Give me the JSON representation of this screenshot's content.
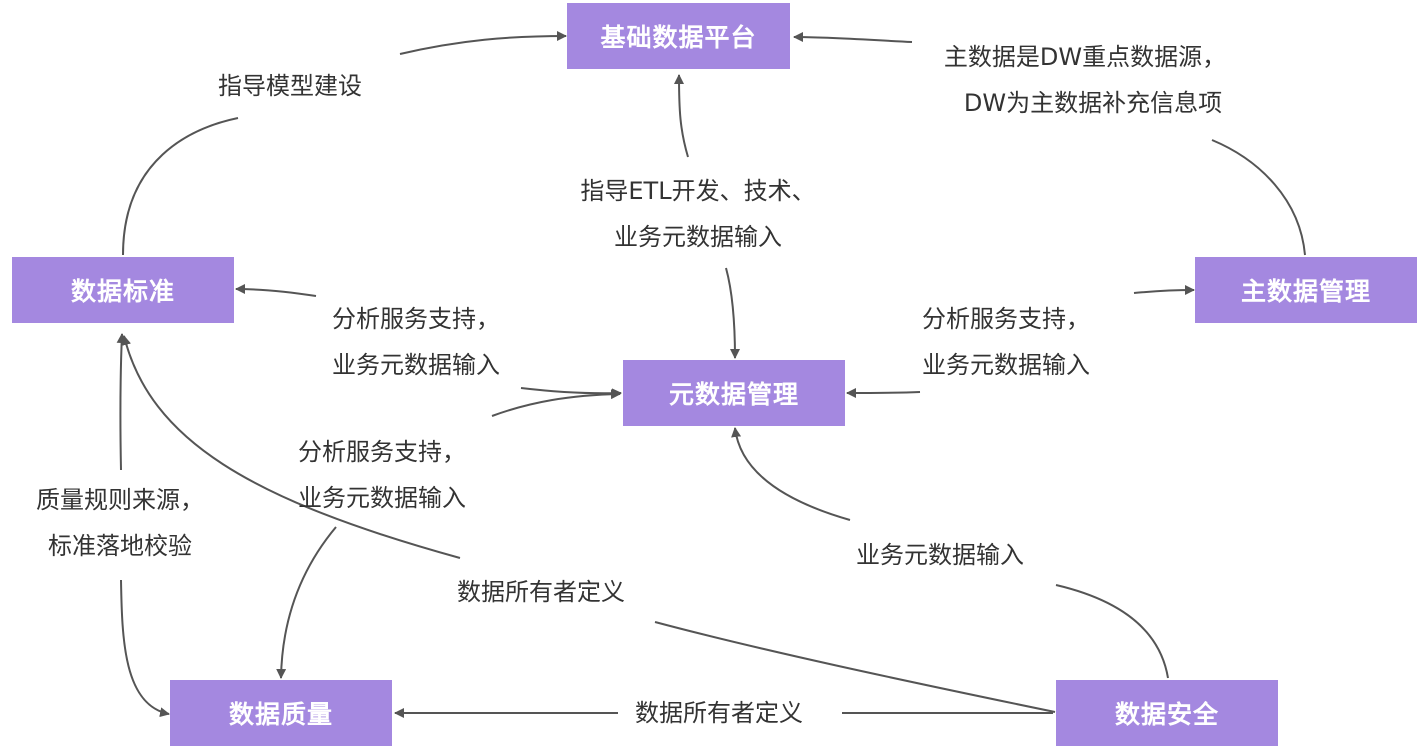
{
  "colors": {
    "node_fill": "#a488e0",
    "node_text": "#ffffff",
    "edge": "#555555",
    "label_text": "#333333"
  },
  "nodes": {
    "basic_platform": "基础数据平台",
    "data_standard": "数据标准",
    "master_data": "主数据管理",
    "metadata": "元数据管理",
    "data_quality": "数据质量",
    "data_security": "数据安全"
  },
  "labels": {
    "standard_to_platform": "指导模型建设",
    "master_to_platform": [
      "主数据是DW重点数据源，",
      "DW为主数据补充信息项"
    ],
    "platform_metadata": [
      "指导ETL开发、技术、",
      "业务元数据输入"
    ],
    "metadata_to_standard": [
      "分析服务支持，",
      "业务元数据输入"
    ],
    "metadata_to_master": [
      "分析服务支持，",
      "业务元数据输入"
    ],
    "metadata_to_quality": [
      "分析服务支持，",
      "业务元数据输入"
    ],
    "standard_to_quality": [
      "质量规则来源，",
      "标准落地校验"
    ],
    "security_to_standard": "数据所有者定义",
    "security_to_metadata": "业务元数据输入",
    "security_to_quality": "数据所有者定义"
  }
}
